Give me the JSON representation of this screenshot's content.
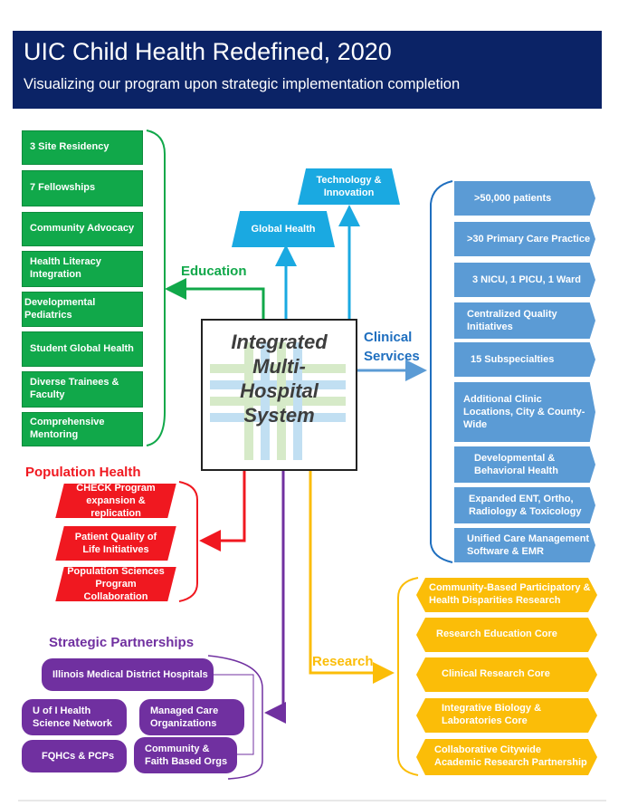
{
  "header": {
    "title": "UIC Child Health Redefined, 2020",
    "subtitle": "Visualizing our program upon strategic implementation completion"
  },
  "center": {
    "lines": [
      "Integrated",
      "Multi-",
      "Hospital",
      "System"
    ]
  },
  "education": {
    "label": "Education",
    "items": [
      "3 Site Residency",
      "7 Fellowships",
      "Community Advocacy",
      "Health Literacy Integration",
      "Developmental Pediatrics",
      "Student Global Health",
      "Diverse Trainees & Faculty",
      "Comprehensive Mentoring"
    ]
  },
  "technology": {
    "global_health": "Global Health",
    "tech_innovation": "Technology & Innovation"
  },
  "clinical": {
    "label": "Clinical Services",
    "items": [
      ">50,000 patients",
      ">30 Primary Care Practice",
      "3 NICU, 1 PICU, 1 Ward",
      "Centralized Quality Initiatives",
      "15 Subspecialties",
      "Additional Clinic Locations, City & County-Wide",
      "Developmental & Behavioral Health",
      "Expanded ENT, Ortho, Radiology & Toxicology",
      "Unified Care Management Software & EMR"
    ]
  },
  "population": {
    "label": "Population Health",
    "items": [
      "CHECK Program expansion & replication",
      "Patient Quality of Life Initiatives",
      "Population Sciences Program Collaboration"
    ]
  },
  "partnerships": {
    "label": "Strategic Partnerships",
    "items": [
      "Illinois Medical District Hospitals",
      "U of I Health Science Network",
      "Managed Care Organizations",
      "FQHCs & PCPs",
      "Community & Faith Based Orgs"
    ]
  },
  "research": {
    "label": "Research",
    "items": [
      "Community-Based Participatory & Health Disparities Research",
      "Research Education Core",
      "Clinical Research Core",
      "Integrative Biology & Laboratories Core",
      "Collaborative Citywide Academic Research Partnership"
    ]
  },
  "colors": {
    "header_bg": "#0b2366",
    "education": "#11a84a",
    "clinical": "#5b9bd5",
    "technology": "#1aa9e1",
    "population": "#f01820",
    "partnerships": "#7030a0",
    "research": "#fbbd08"
  }
}
